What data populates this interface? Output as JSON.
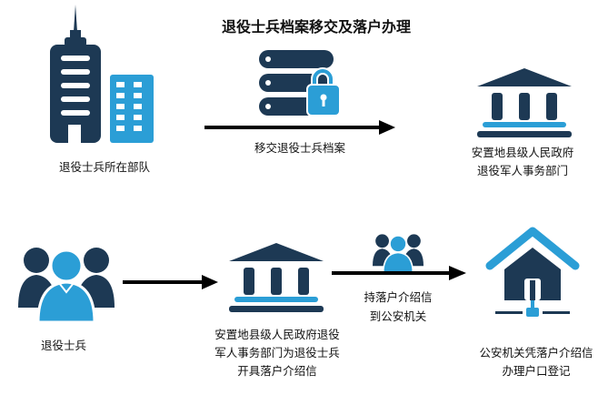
{
  "title": "退役士兵档案移交及落户办理",
  "colors": {
    "dark": "#1d3954",
    "light": "#2b9ed6",
    "arrow": "#000000"
  },
  "steps": {
    "unit": {
      "label": "退役士兵所在部队",
      "icon": "buildings-icon"
    },
    "transfer": {
      "label": "移交退役士兵档案",
      "icon": "locked-server-icon"
    },
    "agency_top": {
      "lines": [
        "安置地县级人民政府",
        "退役军人事务部门"
      ],
      "icon": "government-building-icon"
    },
    "soldier": {
      "label": "退役士兵",
      "icon": "people-group-icon"
    },
    "agency_bottom": {
      "lines": [
        "安置地县级人民政府退役",
        "军人事务部门为退役士兵",
        "开具落户介绍信"
      ],
      "icon": "government-building-icon"
    },
    "carry": {
      "lines": [
        "持落户介绍信",
        "到公安机关"
      ],
      "icon": "people-group-icon"
    },
    "police": {
      "lines": [
        "公安机关凭落户介绍信",
        "办理户口登记"
      ],
      "icon": "networked-house-icon"
    }
  }
}
